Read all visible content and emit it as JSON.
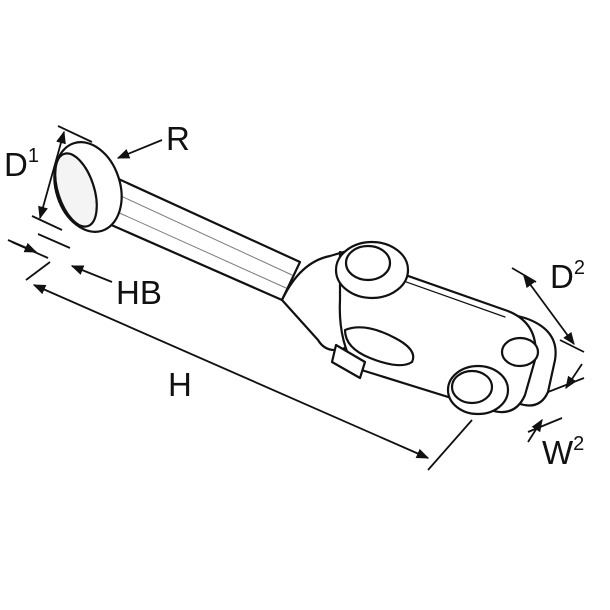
{
  "labels": {
    "d1": {
      "main": "D",
      "sup": "1"
    },
    "r": {
      "main": "R"
    },
    "hb": {
      "main": "HB"
    },
    "h": {
      "main": "H"
    },
    "d2": {
      "main": "D",
      "sup": "2"
    },
    "w2": {
      "main": "W",
      "sup": "2"
    }
  },
  "colors": {
    "line": "#111111",
    "fill": "#ffffff",
    "shade": "#e6e6e6"
  }
}
